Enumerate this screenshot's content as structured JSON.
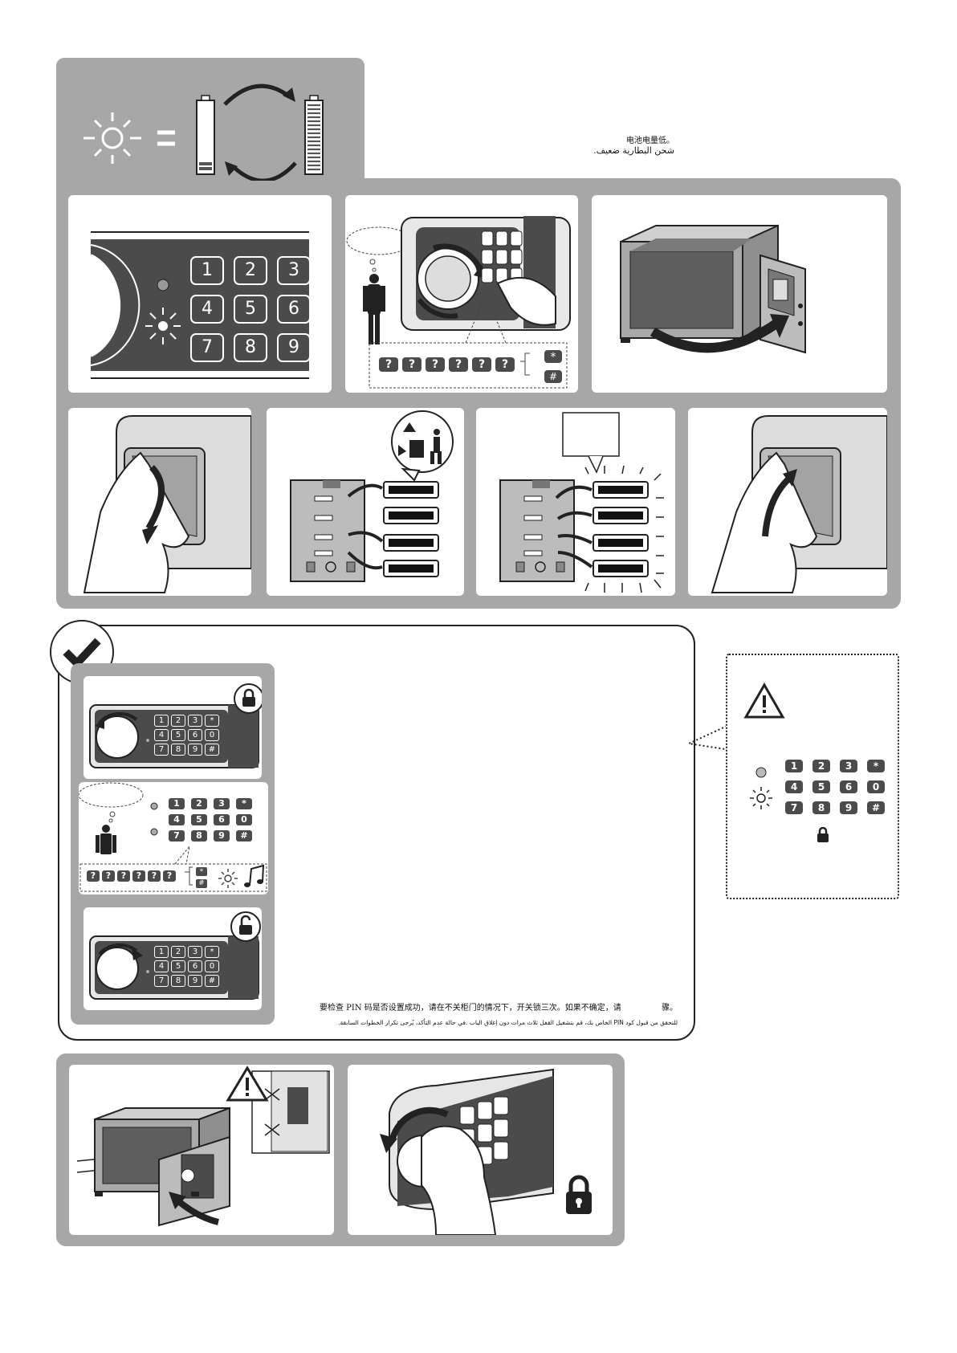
{
  "colors": {
    "panel": "#a7a7a7",
    "dark": "#4b4b4b",
    "white": "#ffffff",
    "ink": "#111111"
  },
  "battery_note": {
    "zh": "电池电量低。",
    "ar": "شحن البطارية ضعيف."
  },
  "keypad": {
    "digits": [
      "1",
      "2",
      "3",
      "4",
      "5",
      "6",
      "7",
      "8",
      "9"
    ],
    "small_keys": [
      "1",
      "2",
      "3",
      "*",
      "4",
      "5",
      "6",
      "0",
      "7",
      "8",
      "9",
      "#"
    ],
    "code_key": "?",
    "star_key": "*",
    "hash_key": "#"
  },
  "verify_note": {
    "zh": "要检查 PIN 码是否设置成功，请在不关柜门的情况下，开关锁三次。如果不确定，请",
    "zh_end": "骤。",
    "ar": "للتحقق من قبول كود PIN الخاص بك، قم بتشغيل القفل ثلاث مرات دون إغلاق الباب .في حالة عدم التأكد، يُرجى تكرار الخطوات السابقة."
  },
  "icons": [
    "sun-icon",
    "battery-icon",
    "swap-arrows-icon",
    "check-icon",
    "lock-icon",
    "unlock-icon",
    "warning-icon",
    "music-note-icon",
    "recycle-icon"
  ]
}
